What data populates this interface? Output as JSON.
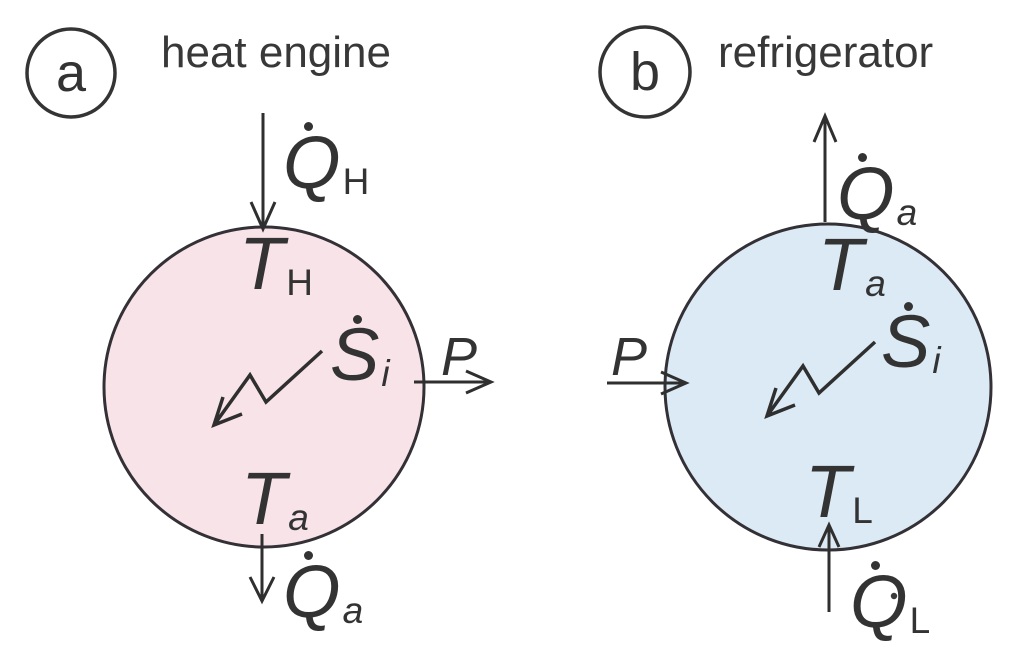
{
  "colors": {
    "heat_engine_fill": "#f8e3e9",
    "refrigerator_fill": "#dbeaf5",
    "ink": "#333333"
  },
  "panel_a": {
    "badge": "a",
    "title": "heat engine",
    "heat_input": {
      "base": "Q",
      "dotted": true,
      "sub": "H"
    },
    "hot_temperature": {
      "base": "T",
      "sub": "H"
    },
    "entropy_production": {
      "base": "S",
      "dotted": true,
      "sub": "i"
    },
    "ambient_temperature": {
      "base": "T",
      "sub": "a"
    },
    "heat_rejection": {
      "base": "Q",
      "dotted": true,
      "sub": "a"
    },
    "power": "P"
  },
  "panel_b": {
    "badge": "b",
    "title": "refrigerator",
    "heat_rejection": {
      "base": "Q",
      "dotted": true,
      "sub": "a"
    },
    "ambient_temperature": {
      "base": "T",
      "sub": "a"
    },
    "entropy_production": {
      "base": "S",
      "dotted": true,
      "sub": "i"
    },
    "cold_temperature": {
      "base": "T",
      "sub": "L"
    },
    "heat_input": {
      "base": "Q",
      "dotted": true,
      "sub": "L"
    },
    "power": "P"
  }
}
